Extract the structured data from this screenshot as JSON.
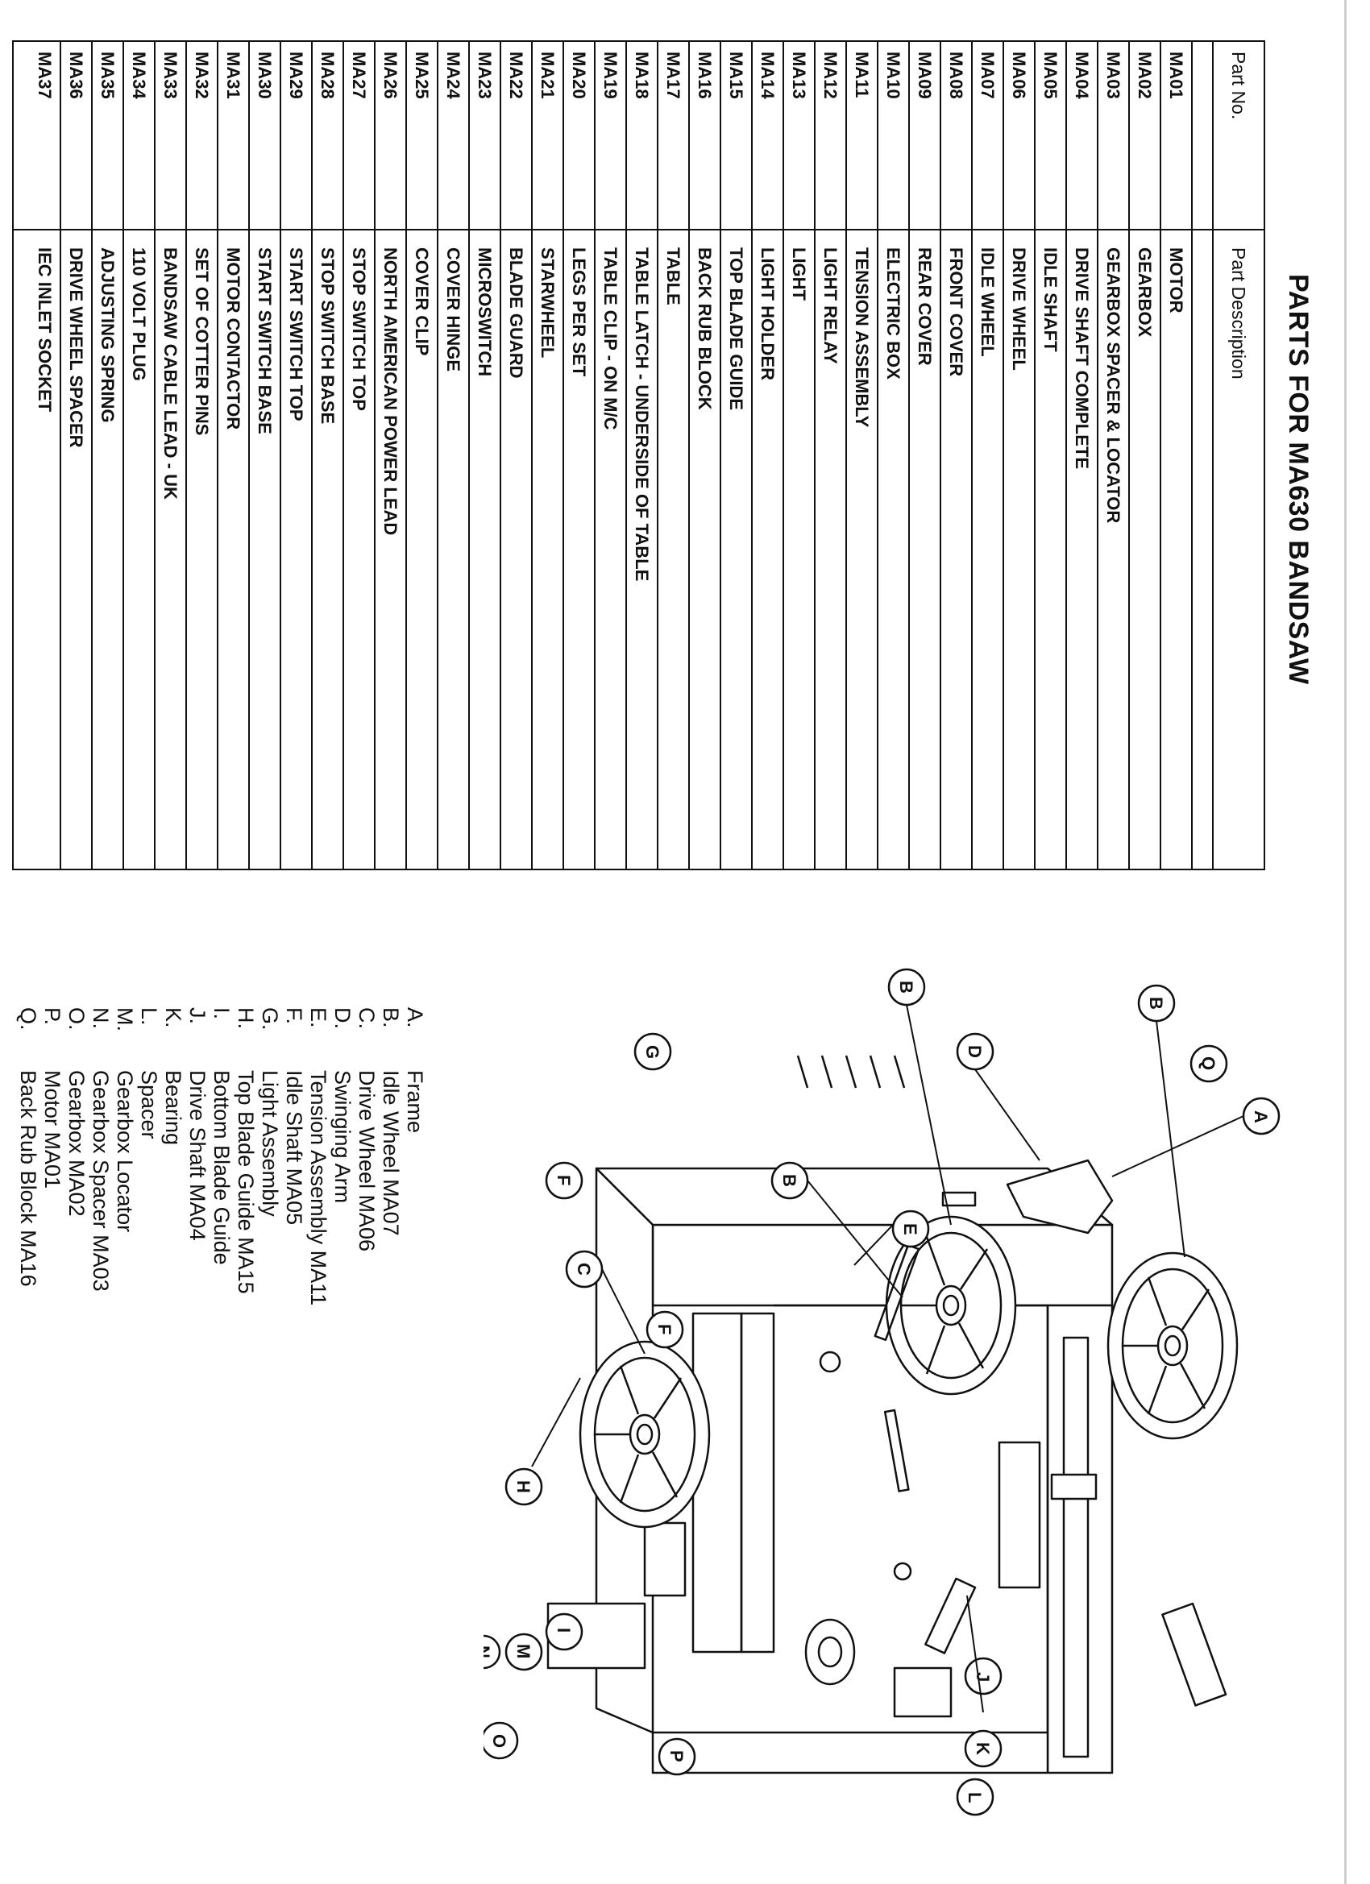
{
  "document": {
    "title": "PARTS FOR MA630 BANDSAW",
    "table": {
      "headers": [
        "Part No.",
        "Part Description"
      ],
      "rows": [
        [
          "MA01",
          "MOTOR"
        ],
        [
          "MA02",
          "GEARBOX"
        ],
        [
          "MA03",
          "GEARBOX SPACER & LOCATOR"
        ],
        [
          "MA04",
          "DRIVE SHAFT COMPLETE"
        ],
        [
          "MA05",
          "IDLE SHAFT"
        ],
        [
          "MA06",
          "DRIVE WHEEL"
        ],
        [
          "MA07",
          "IDLE WHEEL"
        ],
        [
          "MA08",
          "FRONT COVER"
        ],
        [
          "MA09",
          "REAR COVER"
        ],
        [
          "MA10",
          "ELECTRIC BOX"
        ],
        [
          "MA11",
          "TENSION ASSEMBLY"
        ],
        [
          "MA12",
          "LIGHT RELAY"
        ],
        [
          "MA13",
          "LIGHT"
        ],
        [
          "MA14",
          "LIGHT HOLDER"
        ],
        [
          "MA15",
          "TOP BLADE GUIDE"
        ],
        [
          "MA16",
          "BACK RUB BLOCK"
        ],
        [
          "MA17",
          "TABLE"
        ],
        [
          "MA18",
          "TABLE LATCH - UNDERSIDE OF TABLE"
        ],
        [
          "MA19",
          "TABLE CLIP - ON M/C"
        ],
        [
          "MA20",
          "LEGS PER SET"
        ],
        [
          "MA21",
          "STARWHEEL"
        ],
        [
          "MA22",
          "BLADE GUARD"
        ],
        [
          "MA23",
          "MICROSWITCH"
        ],
        [
          "MA24",
          "COVER HINGE"
        ],
        [
          "MA25",
          "COVER CLIP"
        ],
        [
          "MA26",
          "NORTH AMERICAN POWER LEAD"
        ],
        [
          "MA27",
          "STOP SWITCH TOP"
        ],
        [
          "MA28",
          "STOP SWITCH BASE"
        ],
        [
          "MA29",
          "START SWITCH TOP"
        ],
        [
          "MA30",
          "START SWITCH BASE"
        ],
        [
          "MA31",
          "MOTOR CONTACTOR"
        ],
        [
          "MA32",
          "SET OF COTTER PINS"
        ],
        [
          "MA33",
          "BANDSAW CABLE LEAD - UK"
        ],
        [
          "MA34",
          "110 VOLT PLUG"
        ],
        [
          "MA35",
          "ADJUSTING SPRING"
        ],
        [
          "MA36",
          "DRIVE WHEEL SPACER"
        ],
        [
          "MA37",
          "IEC INLET SOCKET"
        ]
      ]
    },
    "legend": [
      {
        "letter": "A.",
        "text": "Frame"
      },
      {
        "letter": "B.",
        "text": "Idle Wheel MA07"
      },
      {
        "letter": "C.",
        "text": "Drive Wheel MA06"
      },
      {
        "letter": "D.",
        "text": "Swinging Arm"
      },
      {
        "letter": "E.",
        "text": "Tension Assembly MA11"
      },
      {
        "letter": "F.",
        "text": "Idle Shaft MA05"
      },
      {
        "letter": "G.",
        "text": "Light Assembly"
      },
      {
        "letter": "H.",
        "text": "Top Blade Guide MA15"
      },
      {
        "letter": "I.",
        "text": "Bottom Blade Guide"
      },
      {
        "letter": "J.",
        "text": "Drive Shaft MA04"
      },
      {
        "letter": "K.",
        "text": "Bearing"
      },
      {
        "letter": "L.",
        "text": "Spacer"
      },
      {
        "letter": "M.",
        "text": "Gearbox Locator"
      },
      {
        "letter": "N.",
        "text": "Gearbox Spacer MA03"
      },
      {
        "letter": "O.",
        "text": "Gearbox MA02"
      },
      {
        "letter": "P.",
        "text": "Motor MA01"
      },
      {
        "letter": "Q.",
        "text": "Back Rub Block MA16"
      }
    ],
    "callouts": [
      "A",
      "B",
      "B",
      "B",
      "C",
      "D",
      "E",
      "F",
      "F",
      "G",
      "H",
      "I",
      "J",
      "K",
      "L",
      "M",
      "N",
      "O",
      "P",
      "Q"
    ]
  },
  "colors": {
    "ink": "#111111",
    "paper": "#ffffff",
    "scan_edge": "#cfcfcf"
  }
}
